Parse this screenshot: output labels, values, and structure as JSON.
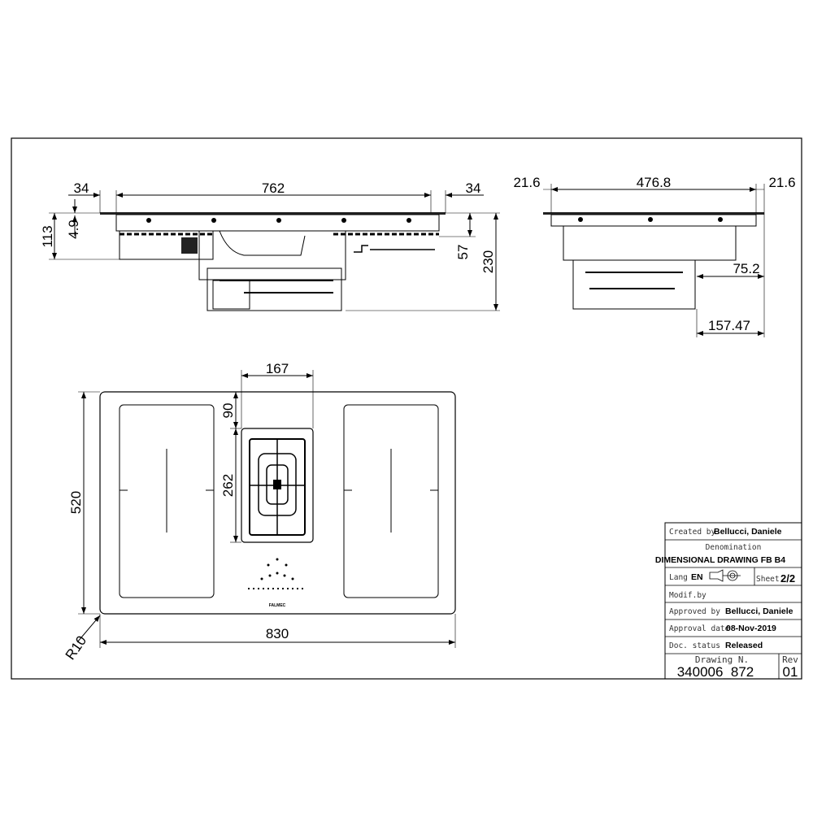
{
  "front_view": {
    "dims": {
      "left_overhang": "34",
      "cutout_width": "762",
      "right_overhang": "34",
      "body_height": "113",
      "glass_thickness": "4.9",
      "side_depth": "57",
      "total_height": "230"
    }
  },
  "side_view": {
    "dims": {
      "left_overhang": "21.6",
      "cutout_depth": "476.8",
      "right_overhang": "21.6",
      "offset_a": "75.2",
      "offset_b": "157.47"
    }
  },
  "top_view": {
    "dims": {
      "vent_width": "167",
      "vent_top_offset": "90",
      "vent_height": "262",
      "hob_depth": "520",
      "hob_width": "830",
      "corner_radius": "R10"
    },
    "brand_mark": "FALMEC"
  },
  "title_block": {
    "created_label": "Created by",
    "created_value": "Bellucci, Daniele",
    "denomination_label": "Denomination",
    "denomination_value": "DIMENSIONAL DRAWING FB B4",
    "lang_label": "Lang",
    "lang_value": "EN",
    "sheet_label": "Sheet",
    "sheet_value": "2/2",
    "modif_label": "Modif.by",
    "approved_label": "Approved by",
    "approved_value": "Bellucci, Daniele",
    "approval_date_label": "Approval date",
    "approval_date_value": "08-Nov-2019",
    "status_label": "Doc. status",
    "status_value": "Released",
    "drawing_label": "Drawing N.",
    "drawing_value": "340006_872",
    "rev_label": "Rev",
    "rev_value": "01"
  }
}
